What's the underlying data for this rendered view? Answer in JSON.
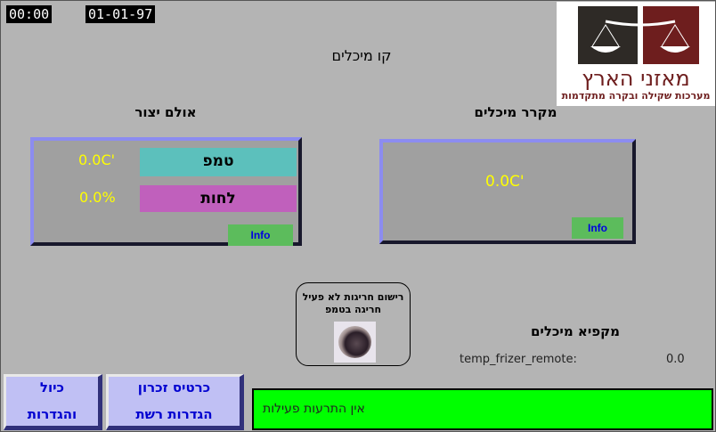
{
  "header": {
    "time": "00:00",
    "date": "01-01-97",
    "title": "קו מיכלים"
  },
  "logo": {
    "name": "מאזני הארץ",
    "tagline": "מערכות שקילה ובקרה מתקדמות"
  },
  "production_hall": {
    "title": "אולם יצור",
    "temp_label": "טמפ",
    "temp_value": "0.0C'",
    "humidity_label": "לחות",
    "humidity_value": "0.0%",
    "info": "Info"
  },
  "tank_cooler": {
    "title": "מקרר מיכלים",
    "temp_value": "0.0C'",
    "info": "Info"
  },
  "alarm_box": {
    "line1": "רישום חריגות לא פעיל",
    "line2": "חריגה בטמפ"
  },
  "tank_freezer": {
    "title": "מקפיא מיכלים",
    "tag": "temp_frizer_remote:",
    "value": "0.0"
  },
  "buttons": {
    "calib_line1": "כיול",
    "calib_line2": "והגדרות",
    "memory_line1": "כרטיס זכרון",
    "memory_line2": "הגדרות רשת"
  },
  "alarm_bar": {
    "text": "אין התרעות פעילות"
  }
}
